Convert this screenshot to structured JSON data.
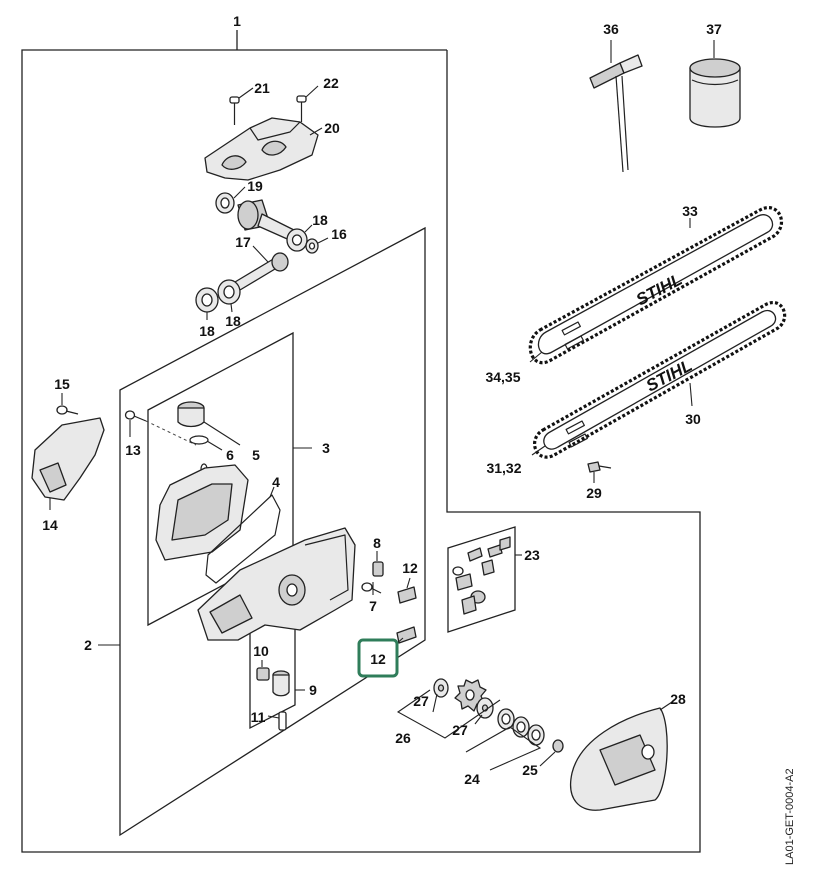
{
  "drawing_id": "LA01-GET-0004-A2",
  "highlight_color": "#2f7d5a",
  "parts": {
    "p1": "1",
    "p2": "2",
    "p3": "3",
    "p4": "4",
    "p5": "5",
    "p6": "6",
    "p7": "7",
    "p8": "8",
    "p9": "9",
    "p10": "10",
    "p11": "11",
    "p12a": "12",
    "p12b": "12",
    "p13": "13",
    "p14": "14",
    "p15": "15",
    "p16": "16",
    "p17": "17",
    "p18a": "18",
    "p18b": "18",
    "p18c": "18",
    "p19": "19",
    "p20": "20",
    "p21": "21",
    "p22": "22",
    "p23": "23",
    "p24": "24",
    "p25": "25",
    "p26": "26",
    "p27a": "27",
    "p27b": "27",
    "p28": "28",
    "p29": "29",
    "p30": "30",
    "p3132": "31,32",
    "p33": "33",
    "p3435": "34,35",
    "p36": "36",
    "p37": "37"
  },
  "bar_brand": "STIHL"
}
